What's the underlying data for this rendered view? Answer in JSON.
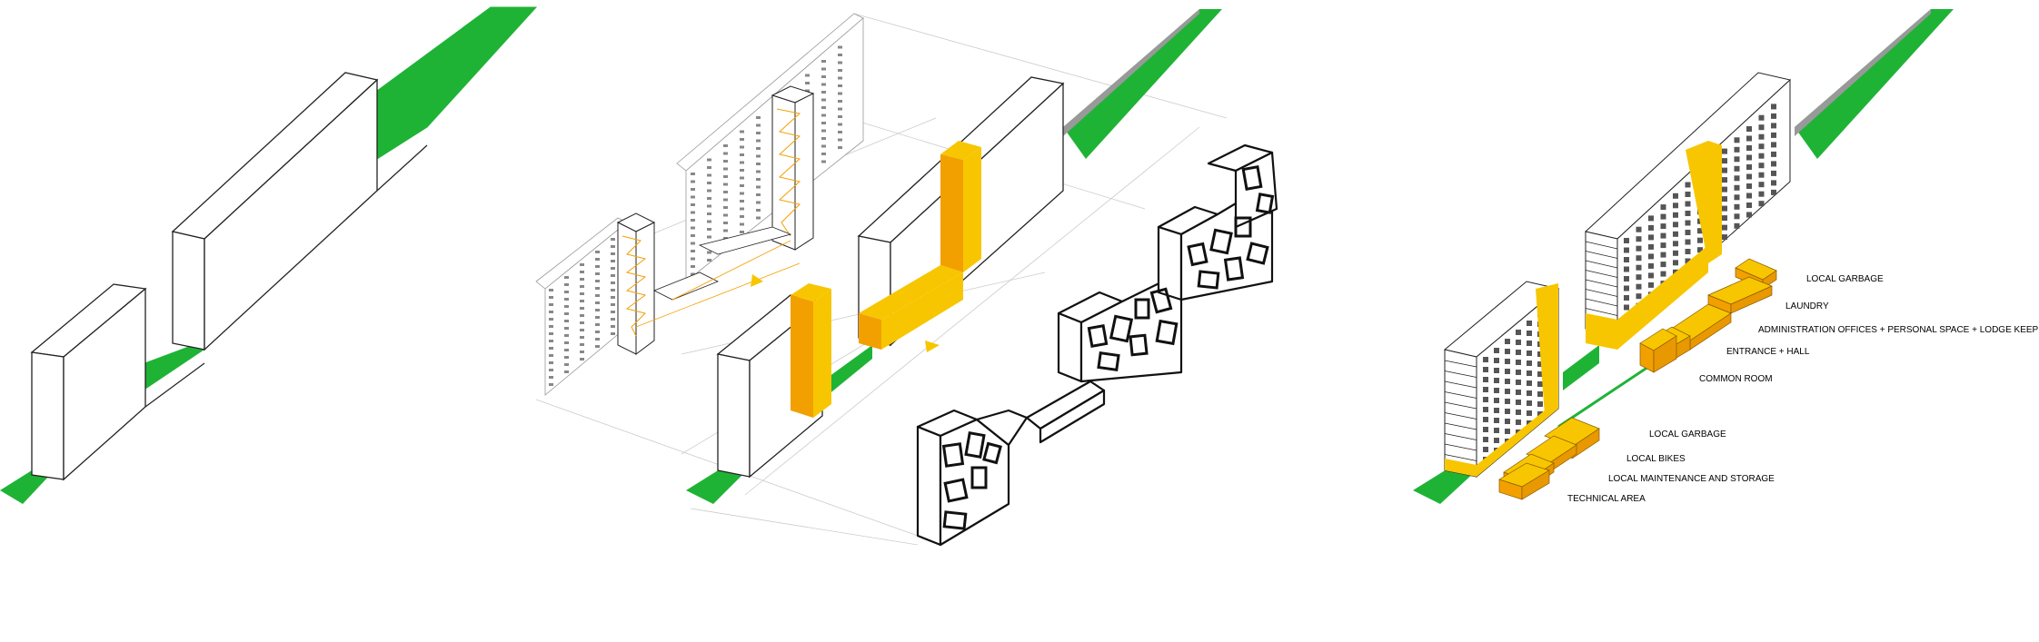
{
  "colors": {
    "green": "#1fb336",
    "orange": "#f2a000",
    "yellow": "#f7c600",
    "outline": "#222222",
    "guide": "#cccccc",
    "box_fill": "#ffffff"
  },
  "labels": {
    "upper": [
      {
        "text": "LOCAL GARBAGE"
      },
      {
        "text": "LAUNDRY"
      },
      {
        "text": "ADMINISTRATION OFFICES + PERSONAL SPACE + LODGE KEEPER"
      },
      {
        "text": "ENTRANCE + HALL"
      },
      {
        "text": "COMMON ROOM"
      }
    ],
    "lower": [
      {
        "text": "LOCAL GARBAGE"
      },
      {
        "text": "LOCAL BIKES"
      },
      {
        "text": "LOCAL MAINTENANCE AND STORAGE"
      },
      {
        "text": "TECHNICAL AREA"
      }
    ]
  }
}
